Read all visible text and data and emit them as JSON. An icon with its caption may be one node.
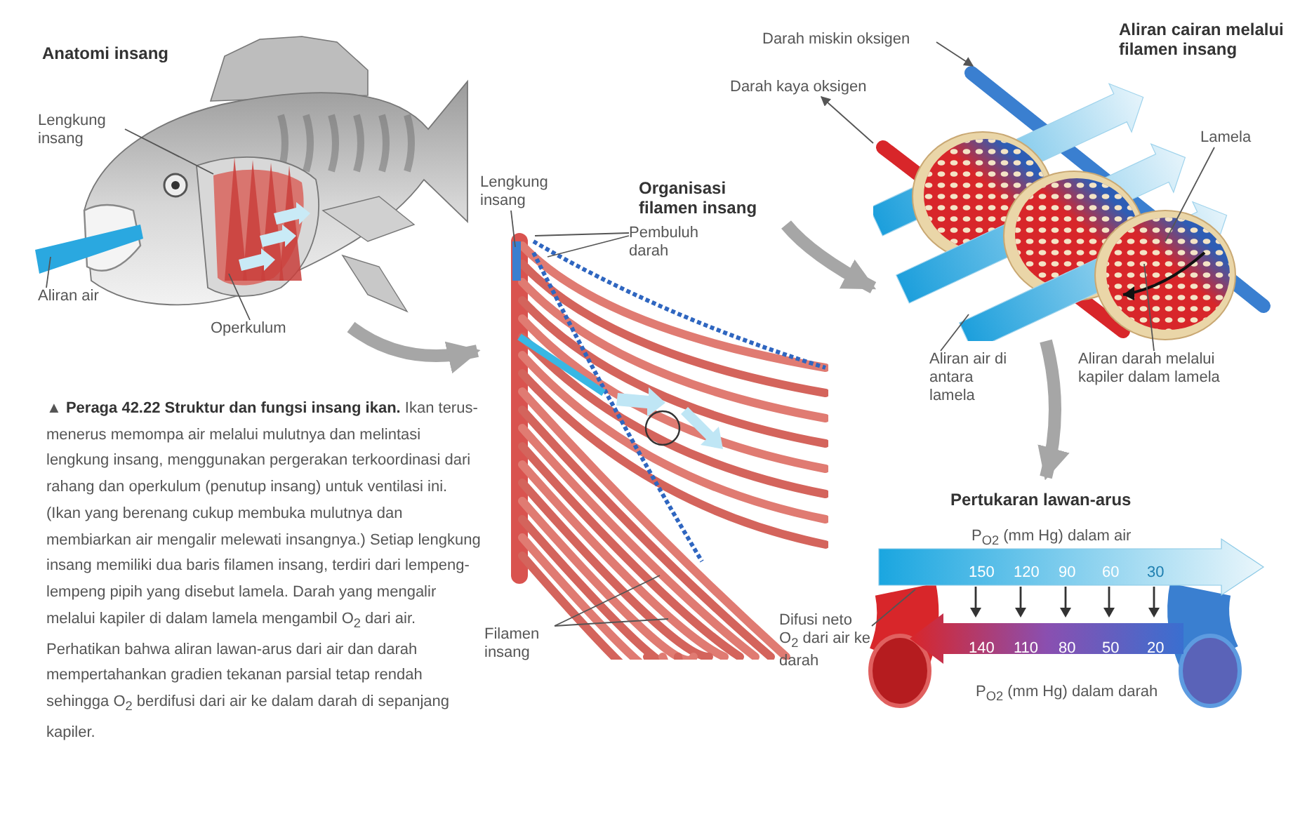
{
  "diagram": {
    "caption": "▲ **Peraga 42.22 Struktur dan fungsi insang ikan.** Ikan terus-menerus memompa air melalui mulutnya dan melintasi lengkung insang, menggunakan pergerakan terkoordinasi dari rahang dan operkulum (penutup insang) untuk ventilasi ini. (Ikan yang berenang cukup membuka mulutnya dan membiarkan air mengalir melewati insangnya.) Setiap lengkung insang memiliki dua baris filamen insang, terdiri dari lempeng-lempeng pipih yang disebut lamela. Darah yang mengalir melalui kapiler di dalam lamela mengambil O$_{2}$ dari air. Perhatikan bahwa aliran lawan-arus dari air dan darah mempertahankan gradien tekanan parsial tetap rendah sehingga O$_{2}$ berdifusi dari air ke dalam darah di sepanjang kapiler.",
    "nodes": [
      {
        "text": [],
        "shape": "picture",
        "beside": [
          "Anatomi insang"
        ]
      },
      {
        "text": [
          "Lengkung insang"
        ]
      },
      {
        "text": [
          "Aliran air"
        ]
      },
      {
        "text": [
          "Operkulum"
        ]
      },
      {
        "text": [],
        "shape": "picture",
        "beside": [
          "Organisasi filamen insang"
        ]
      },
      {
        "text": [
          "Lengkung insang"
        ]
      },
      {
        "text": [
          "Pembuluh darah"
        ]
      },
      {
        "text": [
          "Filamen insang"
        ],
        "in": 4
      },
      {
        "text": [],
        "shape": "picture",
        "beside": [
          "Aliran cairan melalui filamen insang"
        ]
      },
      {
        "text": [
          "Darah miskin oksigen"
        ]
      },
      {
        "text": [
          "Darah kaya oksigen"
        ]
      },
      {
        "text": [
          "Lamela"
        ],
        "in": 8
      },
      {
        "text": [
          "Aliran air di antara lamela"
        ]
      },
      {
        "text": [
          "Aliran darah melalui kapiler dalam lamela"
        ]
      },
      {
        "text": [],
        "shape": "picture",
        "beside": [
          "Pertukaran lawan-arus"
        ]
      },
      {
        "text": [
          "Difusi neto O$_{2}$ dari air ke darah"
        ]
      }
    ],
    "edges": [
      {
        "from": 1,
        "to": 0,
        "arrow": "none"
      },
      {
        "from": 2,
        "to": 0,
        "arrow": "none"
      },
      {
        "from": 3,
        "to": 0,
        "arrow": "none"
      },
      {
        "from": 5,
        "to": 4,
        "arrow": "none"
      },
      {
        "from": 6,
        "to": 4,
        "arrow": "none"
      },
      {
        "from": 6,
        "to": 4,
        "arrow": "none"
      },
      {
        "from": 7,
        "to": 4,
        "arrow": "none"
      },
      {
        "from": 7,
        "to": 4,
        "arrow": "none"
      },
      {
        "from": 9,
        "to": 8,
        "arrow": "to"
      },
      {
        "from": 8,
        "to": 10,
        "arrow": "to"
      },
      {
        "from": 11,
        "to": 8,
        "arrow": "none"
      },
      {
        "from": 12,
        "to": 8,
        "arrow": "none"
      },
      {
        "from": 13,
        "to": 8,
        "arrow": "none"
      },
      {
        "from": 15,
        "to": 14,
        "arrow": "none"
      },
      {
        "from": 0,
        "to": 4,
        "arrow": "to",
        "style": "thick",
        "color": "#a6a6a6"
      },
      {
        "from": 4,
        "to": 8,
        "arrow": "to",
        "style": "thick",
        "color": "#a6a6a6"
      },
      {
        "from": 8,
        "to": 14,
        "arrow": "to",
        "style": "thick",
        "color": "#a6a6a6"
      }
    ],
    "labels": [
      "P$_{O2}$ (mm Hg) dalam air",
      "150",
      "120",
      "90",
      "60",
      "30",
      "140",
      "110",
      "80",
      "50",
      "20",
      "P$_{O2}$ (mm Hg) dalam darah"
    ]
  }
}
